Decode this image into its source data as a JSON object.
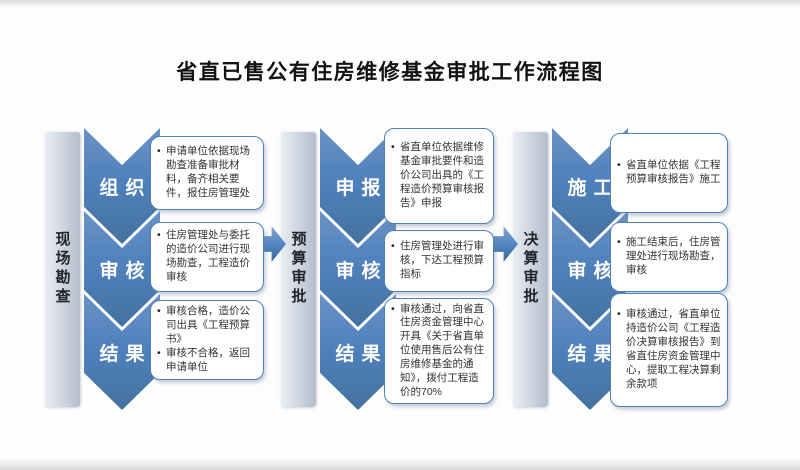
{
  "title": "省直已售公有住房维修基金审批工作流程图",
  "colors": {
    "chevron_blue": "#4f81bd",
    "stage_bar_gray": "#cdd4df",
    "box_border_blue": "#4e81bb",
    "box_text": "#333333"
  },
  "groups": [
    {
      "stage_label": "现场勘查",
      "steps": [
        {
          "chevron": "组织",
          "items": [
            "申请单位依据现场勘查准备审批材料，备齐相关要件，报住房管理处"
          ]
        },
        {
          "chevron": "审核",
          "items": [
            "住房管理处与委托的造价公司进行现场勘查，工程造价审核"
          ]
        },
        {
          "chevron": "结果",
          "items": [
            "审核合格，造价公司出具《工程预算书》",
            "审核不合格，返回申请单位"
          ]
        }
      ]
    },
    {
      "stage_label": "预算审批",
      "steps": [
        {
          "chevron": "申报",
          "items": [
            "省直单位依据维修基金审批要件和造价公司出具的《工程造价预算审核报告》申报"
          ]
        },
        {
          "chevron": "审核",
          "items": [
            "住房管理处进行审核，下达工程预算指标"
          ]
        },
        {
          "chevron": "结果",
          "items": [
            "审核通过，向省直住房资金管理中心开具《关于省直单位使用售后公有住房维修基金的通知》，拨付工程造价的70%"
          ]
        }
      ]
    },
    {
      "stage_label": "决算审批",
      "steps": [
        {
          "chevron": "施工",
          "items": [
            "省直单位依据《工程预算审核报告》施工"
          ]
        },
        {
          "chevron": "审核",
          "items": [
            "施工结束后，住房管理处进行现场勘查，审核"
          ]
        },
        {
          "chevron": "结果",
          "items": [
            "审核通过，省直单位持造价公司《工程造价决算审核报告》到省直住房资金管理中心，提取工程决算剩余款项"
          ]
        }
      ]
    }
  ]
}
